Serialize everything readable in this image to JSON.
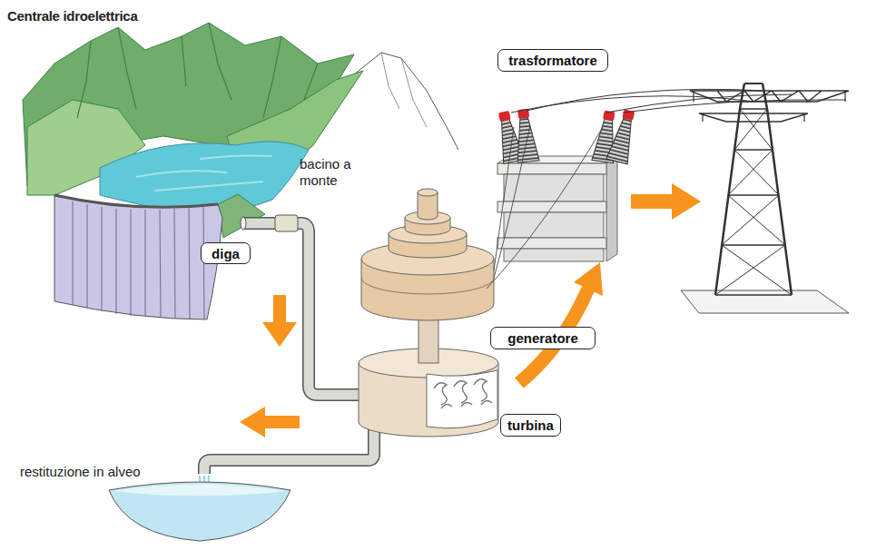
{
  "diagram": {
    "title": "Centrale idroelettrica",
    "nodes": [
      {
        "text": [
          "trasformatore"
        ]
      },
      {
        "text": [
          "diga"
        ]
      },
      {
        "text": [
          "generatore"
        ]
      },
      {
        "text": [
          "turbina"
        ]
      }
    ],
    "labels": [
      "bacino a monte",
      "restituzione in alveo"
    ]
  }
}
